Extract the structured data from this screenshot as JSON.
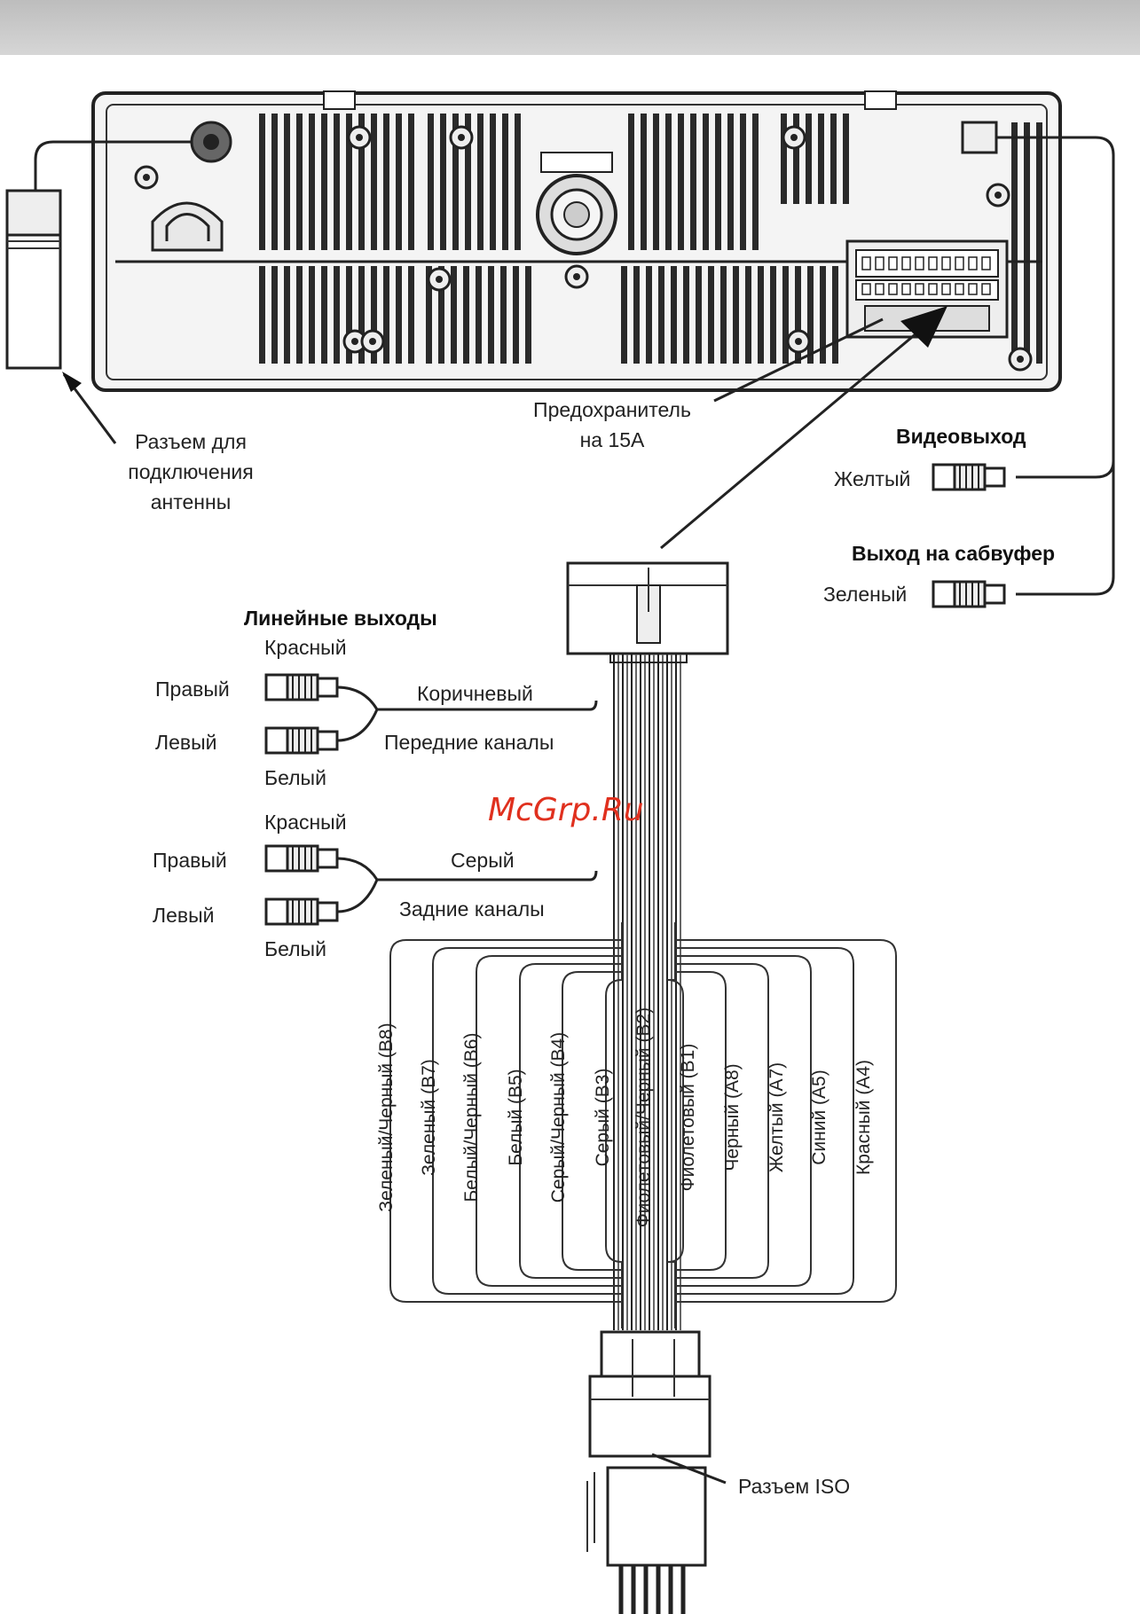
{
  "labels": {
    "antenna": [
      "Разъем для",
      "подключения",
      "антенны"
    ],
    "fuse": [
      "Предохранитель",
      "на 15А"
    ],
    "video_out": "Видеовыход",
    "video_color": "Желтый",
    "sub_out": "Выход на сабвуфер",
    "sub_color": "Зеленый",
    "line_outs": "Линейные выходы",
    "front": {
      "top_color": "Красный",
      "right": "Правый",
      "left": "Левый",
      "bottom_color": "Белый",
      "wire": "Коричневый",
      "channel": "Передние каналы"
    },
    "rear": {
      "top_color": "Красный",
      "right": "Правый",
      "left": "Левый",
      "bottom_color": "Белый",
      "wire": "Серый",
      "channel": "Задние каналы"
    },
    "iso": "Разъем ISO",
    "mcgrp": "McGrp.Ru"
  },
  "wires": [
    "Зеленый/Черный (B8)",
    "Зеленый (B7)",
    "Белый/Черный (B6)",
    "Белый (B5)",
    "Серый/Черный (B4)",
    "Серый (B3)",
    "Фиолетовый/Черный (B2)",
    "Фиолетовый (B1)",
    "Черный (A8)",
    "Желтый (A7)",
    "Синий (A5)",
    "Красный (A4)"
  ]
}
